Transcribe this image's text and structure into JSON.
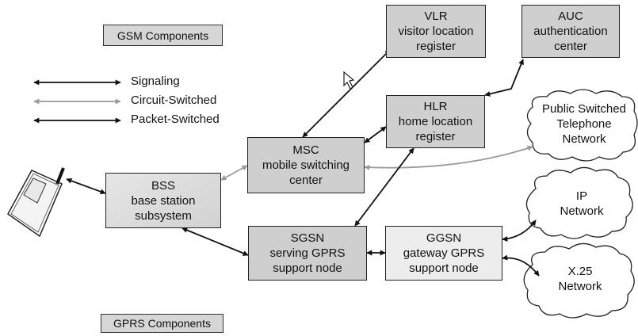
{
  "groups": {
    "gsm": "GSM Components",
    "gprs": "GPRS Components"
  },
  "legend": [
    {
      "label": "Signaling",
      "color": "#111111"
    },
    {
      "label": "Circuit-Switched",
      "color": "#9a9a9a"
    },
    {
      "label": "Packet-Switched",
      "color": "#111111"
    }
  ],
  "nodes": {
    "vlr": {
      "lines": [
        "VLR",
        "visitor location",
        "register"
      ]
    },
    "auc": {
      "lines": [
        "AUC",
        "authentication",
        "center"
      ]
    },
    "hlr": {
      "lines": [
        "HLR",
        "home location",
        "register"
      ]
    },
    "msc": {
      "lines": [
        "MSC",
        "mobile switching",
        "center"
      ]
    },
    "bss": {
      "lines": [
        "BSS",
        "base station",
        "subsystem"
      ]
    },
    "sgsn": {
      "lines": [
        "SGSN",
        "serving GPRS",
        "support node"
      ]
    },
    "ggsn": {
      "lines": [
        "GGSN",
        "gateway GPRS",
        "support node"
      ]
    }
  },
  "networks": {
    "pstn": {
      "lines": [
        "Public Switched",
        "Telephone",
        "Network"
      ]
    },
    "ip": {
      "lines": [
        "IP",
        "Network"
      ]
    },
    "x25": {
      "lines": [
        "X.25",
        "Network"
      ]
    }
  },
  "colors": {
    "signaling": "#111111",
    "circuit": "#9a9a9a",
    "packet": "#111111",
    "node_dark": "#cfcfcf",
    "node_light": "#ededed"
  }
}
